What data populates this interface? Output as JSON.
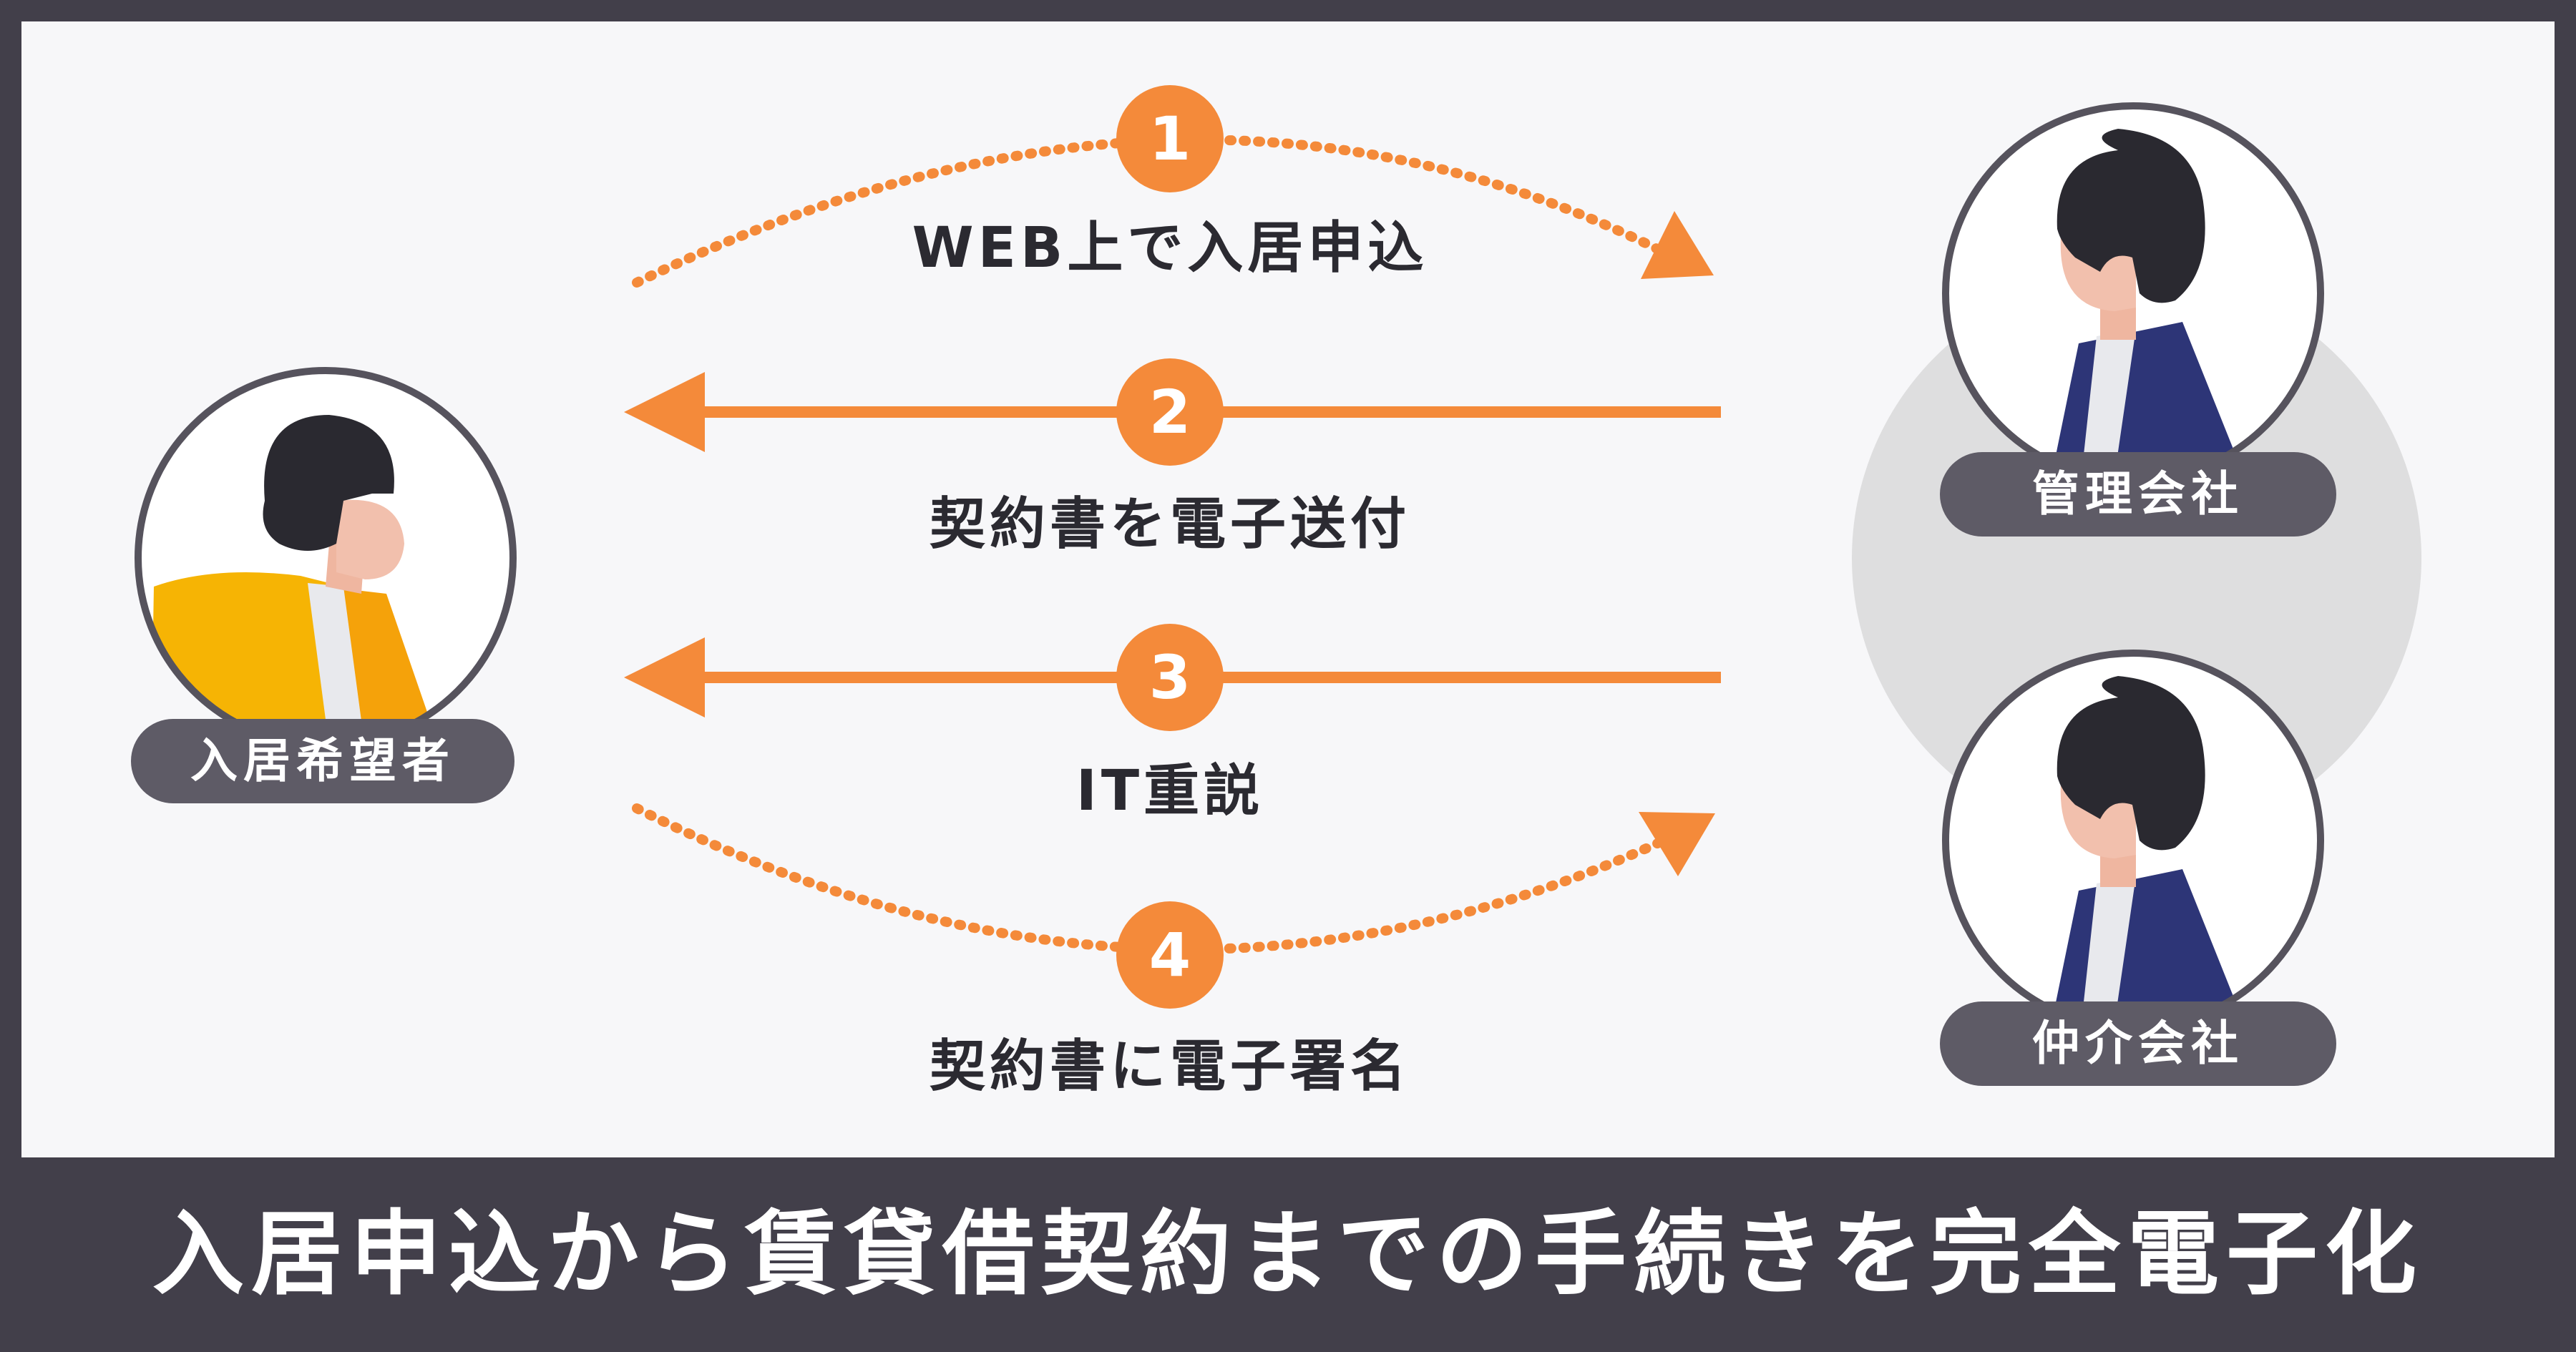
{
  "steps": [
    {
      "number": "1",
      "label": "WEB上で入居申込"
    },
    {
      "number": "2",
      "label": "契約書を電子送付"
    },
    {
      "number": "3",
      "label": "IT重説"
    },
    {
      "number": "4",
      "label": "契約書に電子署名"
    }
  ],
  "roles": {
    "applicant": "入居希望者",
    "management": "管理会社",
    "broker": "仲介会社"
  },
  "footer": {
    "caption": "入居申込から賃貸借契約までの手続きを完全電子化"
  },
  "colors": {
    "accent": "#f48a3a",
    "frame": "#423f4a",
    "label_bg": "#5e5b66",
    "suit": "#2d3577",
    "jacket": "#f6b404"
  }
}
